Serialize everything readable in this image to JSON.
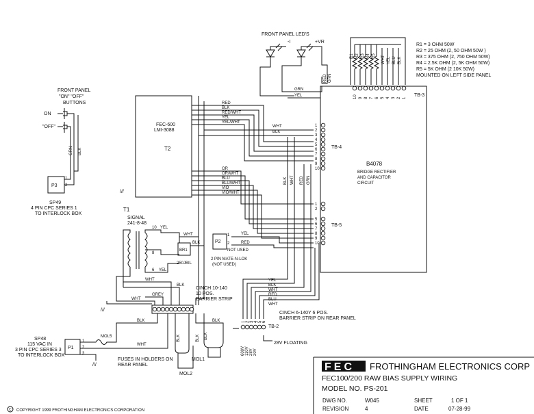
{
  "front_panel_leds": {
    "title": "FRONT PANEL LED'S",
    "minus": "-I",
    "plus": "+VR"
  },
  "resistor_ids": [
    "R1",
    "R2",
    "R3",
    "R4",
    "R5"
  ],
  "resistor_table": [
    "R1 =   3 OHM 50W",
    "R2 =  25 OHM  (2, 50 OHM 50W )",
    "R3 =  375 OHM  (2, 750 OHM 50W)",
    "R4 =  2.5K OHM  (2, 5K OHM 50W)",
    "R5 =   5K OHM  (2 10K 50W)",
    "MOUNTED ON LEFT SIDE PANEL"
  ],
  "resistor_wire_labels": [
    "WHT",
    "YEL",
    "BLU",
    "BLK"
  ],
  "tb3": {
    "label": "TB-3",
    "pins": [
      "10",
      "9",
      "8",
      "7",
      "6",
      "5",
      "4",
      "3",
      "2",
      "1"
    ]
  },
  "front_panel_buttons": {
    "line1": "FRONT PANEL",
    "line2": "\"ON\" \"OFF\"",
    "line3": "BUTTONS",
    "on": "ON",
    "off": "\"OFF\""
  },
  "p3": {
    "label": "P3",
    "pin1": "1",
    "pin2": "2",
    "w1": "GRN",
    "w2": "BLK"
  },
  "sp49": {
    "line1": "SP49",
    "line2": "4 PIN CPC SERIES 1",
    "line3": "TO INTERLOCK BOX"
  },
  "fec600": {
    "line1": "FEC-600",
    "line2": "LMI-3088",
    "name": "T2"
  },
  "t2_wires": [
    "RED",
    "BLK",
    "RED/WHT",
    "YEL",
    "YEL/WHT"
  ],
  "t2_lower_wires": [
    "OR",
    "OR/WHT",
    "BLU",
    "BLU/WHT",
    "VIO",
    "VIO/WHT"
  ],
  "b4078": {
    "name": "B4078",
    "line1": "BRIDGE RECTIFIER",
    "line2": "AND CAPACITOR",
    "line3": "CIRCUIT"
  },
  "tb4": {
    "label": "TB-4",
    "pins": [
      "1",
      "2",
      "3",
      "4",
      "5",
      "6",
      "7",
      "8",
      "9",
      "10"
    ]
  },
  "tb5": {
    "label": "TB-5",
    "pins": [
      "1",
      "2",
      "5",
      "6",
      "7",
      "8",
      "9",
      "10"
    ]
  },
  "led_wires": [
    "GRN",
    "YEL",
    "RED",
    "GRN"
  ],
  "tb4_wires": [
    "WHT",
    "BLK"
  ],
  "vertical_wires": [
    "BLK",
    "WHT",
    "RED",
    "GRN"
  ],
  "t1": {
    "name": "T1",
    "signal": "SIGNAL",
    "part": "241-8-48",
    "tap10": "10",
    "tap8": "8",
    "tap6": "6",
    "yel": "YEL",
    "yel2": "YEL"
  },
  "br1": {
    "label": "BR1",
    "part": "250JBIL",
    "wht": "WHT",
    "blk": "BLK"
  },
  "p2": {
    "label": "P2",
    "pin1": "1",
    "pin2": "2",
    "yel": "YEL",
    "red": "RED",
    "not_used": "NOT USED",
    "mate1": "2 PIN MATE-N-LOK",
    "mate2": "(NOT USED)"
  },
  "barrier10": {
    "line1": "CINCH 10-140",
    "line2": "10 POS.",
    "line3": "BARRIER STRIP",
    "wht": "WHT",
    "blk": "BLK",
    "grey": "GREY",
    "wht2": "WHT"
  },
  "ground_symbol": "///",
  "tb2": {
    "label": "TB-2",
    "pins": [
      "1",
      "2",
      "3",
      "4",
      "5",
      "6"
    ],
    "line1": "CINCH 6-140Y  6 POS.",
    "line2": "BARRIER STRIP ON REAR PANEL",
    "floating": "28V FLOATING",
    "volts": [
      "600V",
      "110V",
      "28V",
      "20V"
    ]
  },
  "tb2_wires": [
    "YEL",
    "BLK",
    "WHT",
    "RED",
    "BLU",
    "WHT"
  ],
  "sp48": {
    "line1": "SP48",
    "line2": "115 VAC IN",
    "line3": "3 PIN CPC SERIES 3",
    "line4": "TO INTERLOCK BOX"
  },
  "p1": {
    "label": "P1",
    "pins": [
      "1",
      "2",
      "3"
    ]
  },
  "fuses": {
    "mol5": "MOL5",
    "wht": "WHT",
    "blk": "BLK",
    "line1": "FUSES IN HOLDERS ON",
    "line2": "REAR PANEL",
    "mol2": "MOL2",
    "mol1": "MOL1",
    "fblk1": "BLK",
    "fblk2": "BLK",
    "fblk3": "BLK",
    "fblk4": "BLK"
  },
  "title_block": {
    "logo": "FEC",
    "company": "FROTHINGHAM ELECTRONICS CORP",
    "title": "FEC100/200 RAW BIAS SUPPLY WIRING",
    "model": "MODEL NO. PS-201",
    "dwg_label": "DWG NO.",
    "dwg": "W045",
    "sheet_label": "SHEET",
    "sheet": "1 OF 1",
    "rev_label": "REVISION",
    "rev": "4",
    "date_label": "DATE",
    "date": "07-28-99"
  },
  "copyright": "COPYRIGHT 1999 FROTHINGHAM ELECTRONICS CORPORATION"
}
